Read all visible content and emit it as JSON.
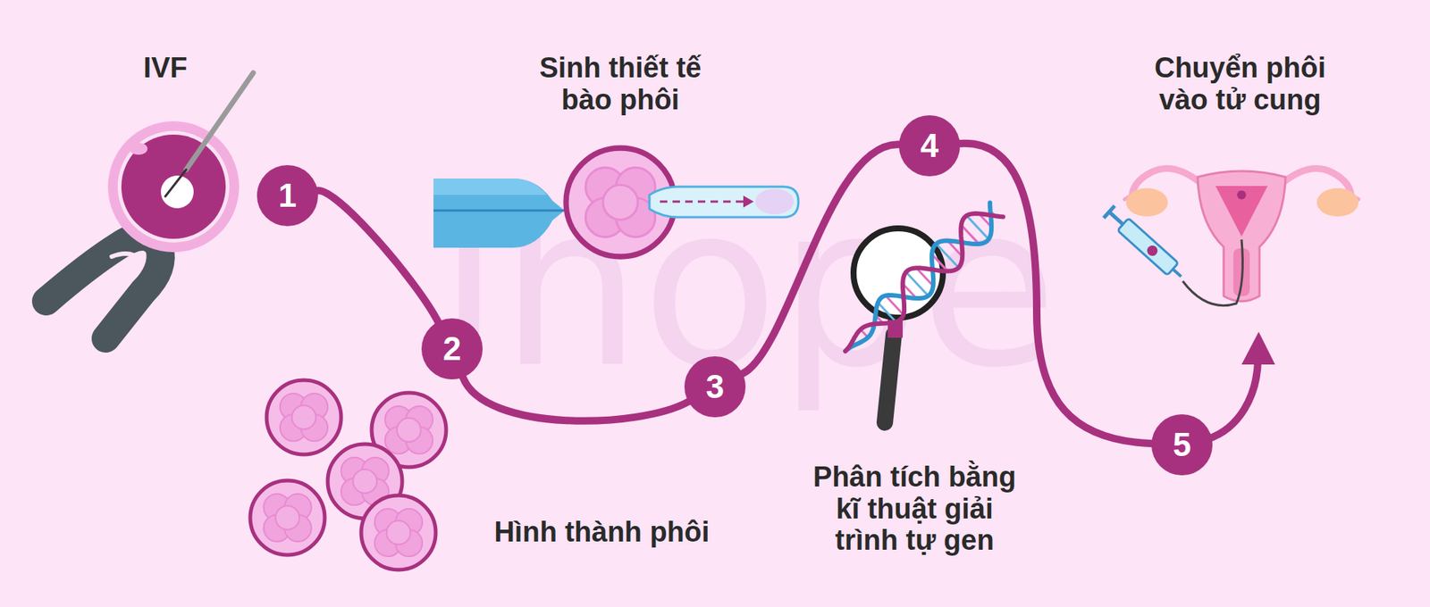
{
  "diagram": {
    "nodes": [
      {
        "text": [
          "1"
        ]
      },
      {
        "text": [
          "2"
        ]
      },
      {
        "text": [
          "3"
        ]
      },
      {
        "text": [
          "4"
        ]
      },
      {
        "text": [
          "5"
        ]
      }
    ],
    "edges": [
      {
        "from": 0,
        "to": 1,
        "arrow": "none"
      },
      {
        "from": 1,
        "to": 2,
        "arrow": "none"
      },
      {
        "from": 2,
        "to": 3,
        "arrow": "none"
      },
      {
        "from": 3,
        "to": 4,
        "arrow": "none"
      }
    ],
    "labels": [
      "IVF",
      "Sinh thiết tế bào phôi",
      "Hình thành phôi",
      "Phân tích bằng kĩ thuật giải trình tự gen",
      "Chuyển phôi vào tử cung",
      "ihope"
    ]
  }
}
